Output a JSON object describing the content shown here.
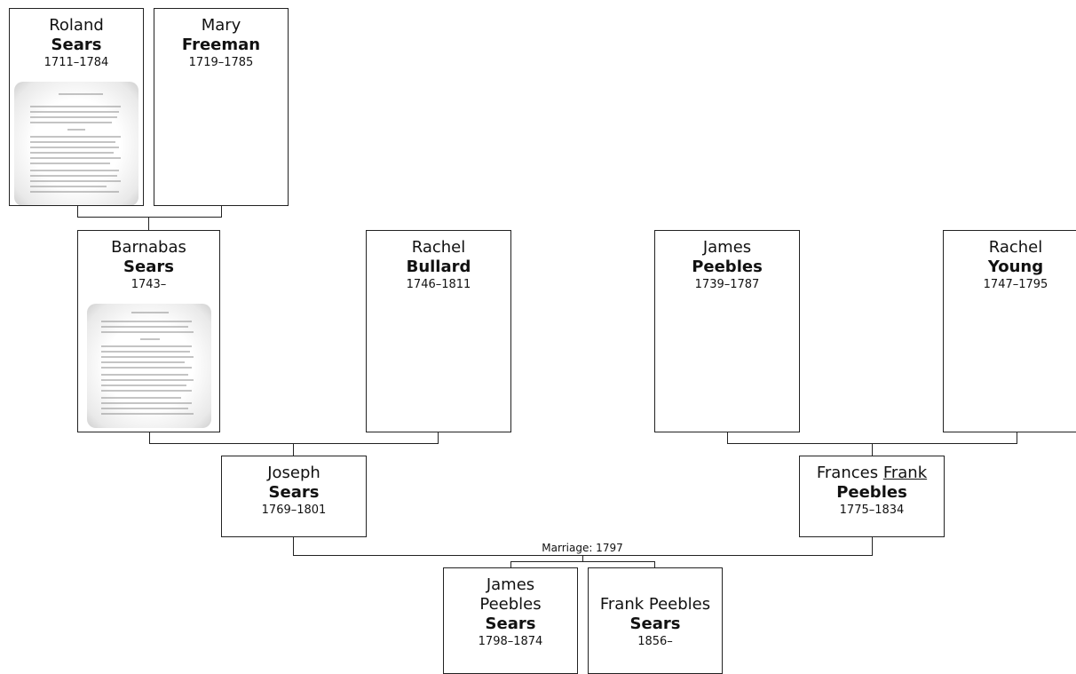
{
  "people": {
    "roland": {
      "given": "Roland",
      "surname": "Sears",
      "dates": "1711–1784"
    },
    "mary": {
      "given": "Mary",
      "surname": "Freeman",
      "dates": "1719–1785"
    },
    "barnabas": {
      "given": "Barnabas",
      "surname": "Sears",
      "dates": "1743–"
    },
    "rachel_bullard": {
      "given": "Rachel",
      "surname": "Bullard",
      "dates": "1746–1811"
    },
    "james_peebles": {
      "given": "James",
      "surname": "Peebles",
      "dates": "1739–1787"
    },
    "rachel_young": {
      "given": "Rachel",
      "surname": "Young",
      "dates": "1747–1795"
    },
    "joseph": {
      "given": "Joseph",
      "surname": "Sears",
      "dates": "1769–1801"
    },
    "frances": {
      "given_pre": "Frances",
      "nickname": "Frank",
      "surname": "Peebles",
      "dates": "1775–1834"
    },
    "james_ps": {
      "given_line1": "James",
      "given_line2": "Peebles",
      "surname": "Sears",
      "dates": "1798–1874"
    },
    "frank_ps": {
      "given": "Frank Peebles",
      "surname": "Sears",
      "dates": "1856–"
    }
  },
  "marriage": {
    "label": "Marriage: 1797"
  }
}
